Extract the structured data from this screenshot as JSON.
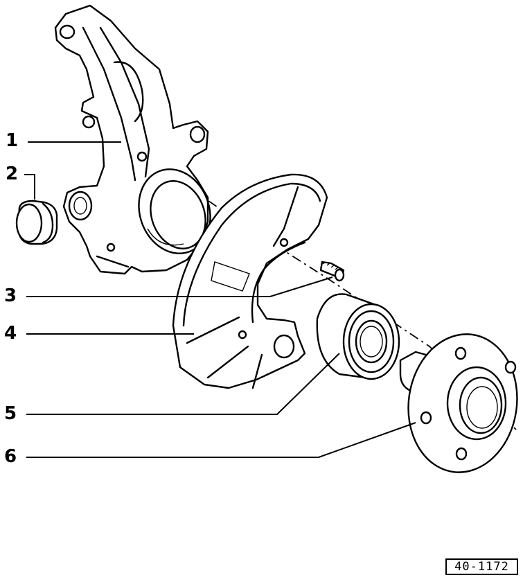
{
  "callouts": [
    {
      "id": "1",
      "label": "1"
    },
    {
      "id": "2",
      "label": "2"
    },
    {
      "id": "3",
      "label": "3"
    },
    {
      "id": "4",
      "label": "4"
    },
    {
      "id": "5",
      "label": "5"
    },
    {
      "id": "6",
      "label": "6"
    }
  ],
  "figure_code": "40-1172",
  "parts": {
    "p1": "steering-knuckle",
    "p2": "cap",
    "p3": "bolt",
    "p4": "splash-plate",
    "p5": "wheel-bearing",
    "p6": "wheel-hub"
  }
}
